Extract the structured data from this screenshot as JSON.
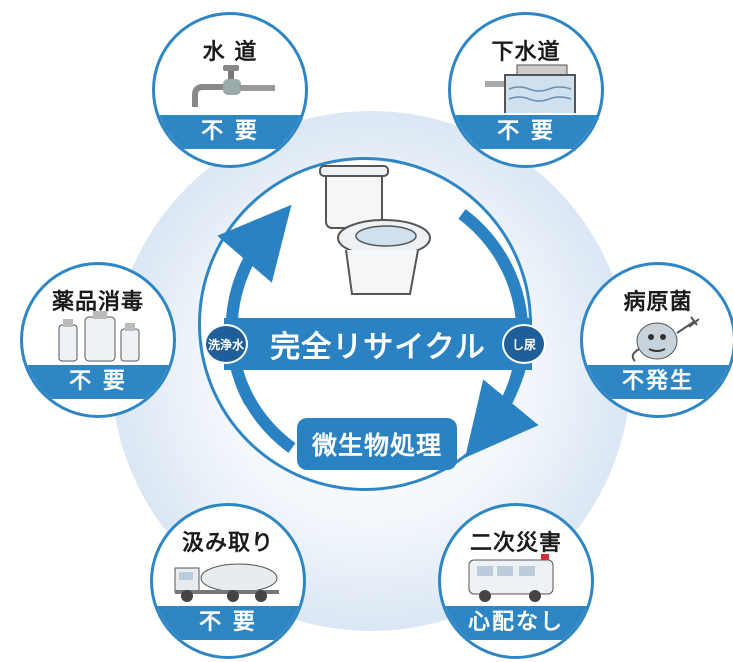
{
  "center": {
    "banner": "完全リサイクル",
    "left_pill": "洗浄水",
    "right_pill": "し尿",
    "process": "微生物処理"
  },
  "nodes": {
    "water": {
      "title": "水 道",
      "status": "不 要"
    },
    "sewer": {
      "title": "下水道",
      "status": "不 要"
    },
    "chemical": {
      "title": "薬品消毒",
      "status": "不 要"
    },
    "pathogen": {
      "title": "病原菌",
      "status": "不発生"
    },
    "pumping": {
      "title": "汲み取り",
      "status": "不 要"
    },
    "disaster": {
      "title": "二次災害",
      "status": "心配なし"
    }
  },
  "colors": {
    "accent": "#2f86c4",
    "dark_accent": "#1e5f99",
    "halo": "#dbe7f4"
  },
  "icons": {
    "water": "faucet-icon",
    "sewer": "sewage-tank-icon",
    "chemical": "bottles-icon",
    "pathogen": "germ-icon",
    "pumping": "tanker-truck-icon",
    "disaster": "ambulance-icon",
    "center": "toilet-icon"
  }
}
